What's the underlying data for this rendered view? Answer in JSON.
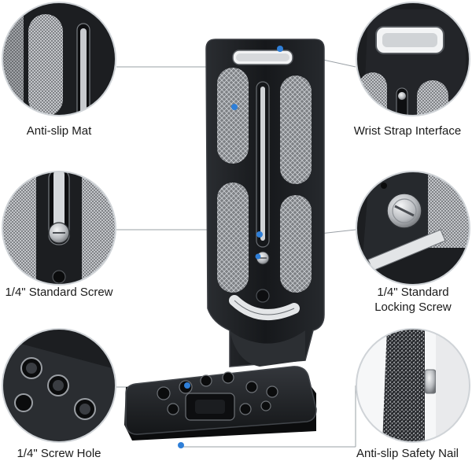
{
  "labels": {
    "anti_slip_mat": "Anti-slip Mat",
    "wrist_strap": "Wrist Strap Interface",
    "standard_screw": "1/4\" Standard Screw",
    "locking_screw_line1": "1/4\" Standard",
    "locking_screw_line2": "Locking Screw",
    "screw_hole": "1/4\" Screw Hole",
    "safety_nail": "Anti-slip Safety Nail"
  },
  "colors": {
    "background": "#ffffff",
    "plate": "#1b1d20",
    "plate_edge": "#3a3d42",
    "mat": "#8a8d91",
    "marker": "#2f7fd8",
    "leader_line": "#9aa0a6",
    "label_text": "#1a1a1a"
  }
}
